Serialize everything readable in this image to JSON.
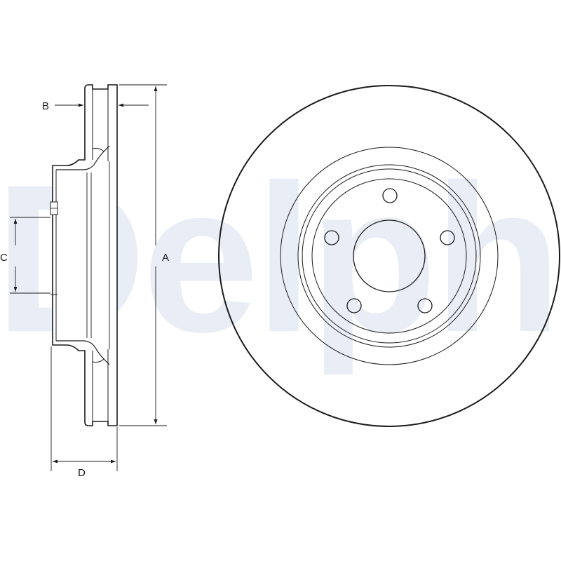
{
  "watermark": {
    "text": "Delphi",
    "color": "#e9eef6"
  },
  "dimensions": {
    "a": "A",
    "b": "B",
    "c": "C",
    "d": "D"
  },
  "colors": {
    "line": "#1a1a1a",
    "background": "#ffffff"
  },
  "front_view": {
    "bolt_holes": 5
  }
}
